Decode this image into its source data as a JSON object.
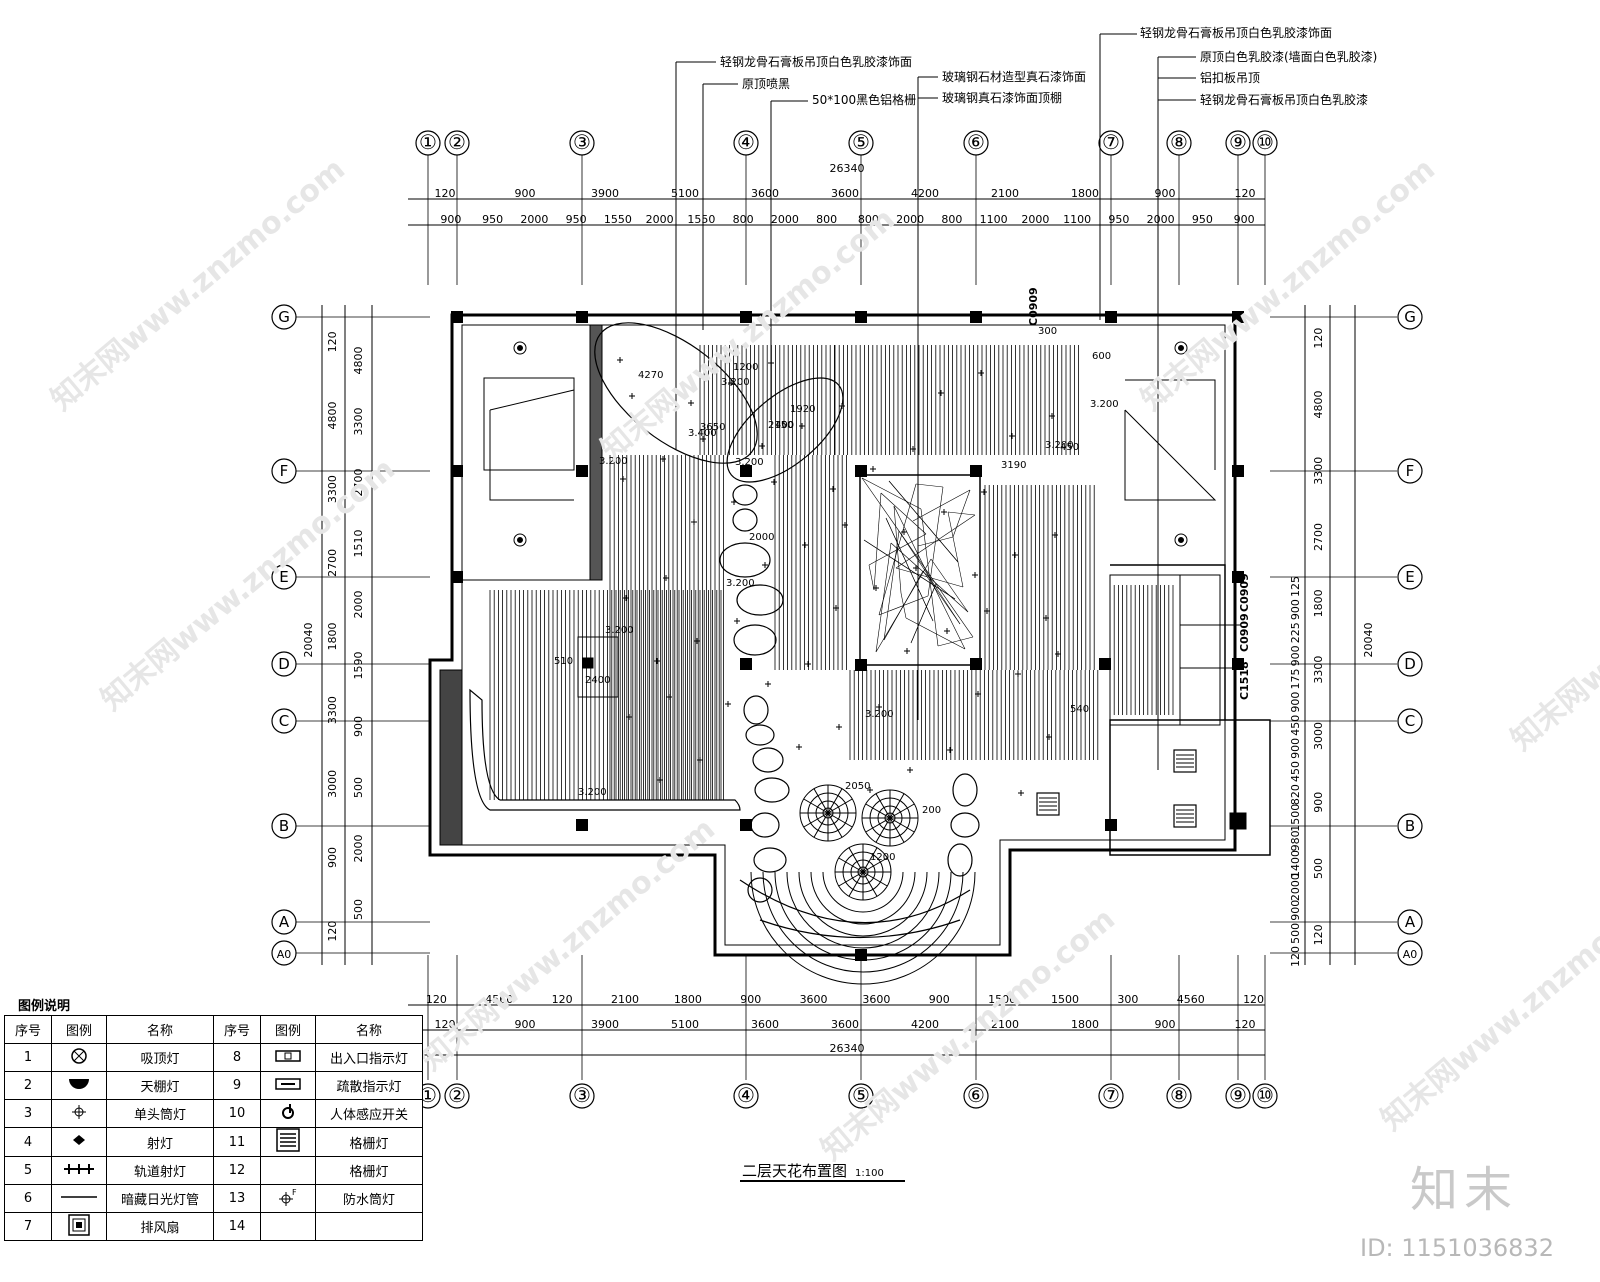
{
  "plan": {
    "title": "二层天花布置图",
    "scale": "1:100",
    "total_width": "26340",
    "total_height": "20040"
  },
  "grid_columns": [
    {
      "id": "1",
      "label": "①"
    },
    {
      "id": "2",
      "label": "②"
    },
    {
      "id": "3",
      "label": "③"
    },
    {
      "id": "4",
      "label": "④"
    },
    {
      "id": "5",
      "label": "⑤"
    },
    {
      "id": "6",
      "label": "⑥"
    },
    {
      "id": "7",
      "label": "⑦"
    },
    {
      "id": "8",
      "label": "⑧"
    },
    {
      "id": "9",
      "label": "⑨"
    },
    {
      "id": "10",
      "label": "⑩"
    }
  ],
  "grid_rows": [
    "G",
    "F",
    "E",
    "D",
    "C",
    "B",
    "A",
    "A0"
  ],
  "dims_top_1": [
    "120",
    "900",
    "3900",
    "5100",
    "3600",
    "3600",
    "4200",
    "2100",
    "1800",
    "900",
    "120"
  ],
  "dims_top_2": [
    "900",
    "950",
    "2000",
    "950",
    "1550",
    "2000",
    "1550",
    "800",
    "2000",
    "800",
    "800",
    "2000",
    "800",
    "1100",
    "2000",
    "1100",
    "950",
    "2000",
    "950",
    "900"
  ],
  "dims_bottom_1": [
    "120",
    "4560",
    "120",
    "2100",
    "1800",
    "900",
    "3600",
    "3600",
    "900",
    "1500",
    "1500",
    "300",
    "4560",
    "120"
  ],
  "dims_bottom_2": [
    "120",
    "900",
    "3900",
    "5100",
    "3600",
    "3600",
    "4200",
    "2100",
    "1800",
    "900",
    "120"
  ],
  "dims_left_outer": [
    "120",
    "4800",
    "3300",
    "2700",
    "1800",
    "3300",
    "3000",
    "900",
    "120"
  ],
  "dims_left_inner": [
    "4800",
    "3300",
    "2700",
    "1510",
    "2000",
    "1590",
    "900",
    "500",
    "2000",
    "500"
  ],
  "dims_right_inner": [
    "120",
    "4800",
    "3300",
    "2700",
    "1800",
    "3300",
    "3000",
    "900",
    "500",
    "120"
  ],
  "dims_right_outer": [
    "125",
    "900",
    "225",
    "900",
    "175",
    "900",
    "450",
    "900",
    "450",
    "820",
    "1500",
    "980",
    "1400",
    "2000",
    "900",
    "500",
    "120"
  ],
  "callouts_top": [
    "轻钢龙骨石膏板吊顶白色乳胶漆饰面",
    "原顶喷黑",
    "50*100黑色铝格栅",
    "玻璃钢石材造型真石漆饰面",
    "玻璃钢真石漆饰面顶棚",
    "轻钢龙骨石膏板吊顶白色乳胶漆饰面",
    "原顶白色乳胶漆(墙面白色乳胶漆)",
    "铝扣板吊顶",
    "轻钢龙骨石膏板吊顶白色乳胶漆"
  ],
  "annotations": [
    "3.400",
    "3.200",
    "3.200",
    "3.200",
    "3.200",
    "3.200",
    "3.200",
    "3.200",
    "3.200",
    "3.200",
    "3190",
    "4270",
    "3650",
    "2150",
    "1920",
    "2000",
    "510",
    "2400",
    "2050",
    "200",
    "1200",
    "1200",
    "400",
    "450",
    "540",
    "600",
    "300",
    "C0909",
    "C0909",
    "C0909",
    "C1518"
  ],
  "legend": {
    "title": "图例说明",
    "headers": [
      "序号",
      "图例",
      "名称",
      "序号",
      "图例",
      "名称"
    ],
    "rows": [
      {
        "n1": "1",
        "icon1": "ceiling-lamp-icon",
        "name1": "吸顶灯",
        "n2": "8",
        "icon2": "exit-sign-icon",
        "name2": "出入口指示灯"
      },
      {
        "n1": "2",
        "icon1": "pendant-lamp-icon",
        "name1": "天棚灯",
        "n2": "9",
        "icon2": "evac-sign-icon",
        "name2": "疏散指示灯"
      },
      {
        "n1": "3",
        "icon1": "downlight-icon",
        "name1": "单头筒灯",
        "n2": "10",
        "icon2": "motion-switch-icon",
        "name2": "人体感应开关"
      },
      {
        "n1": "4",
        "icon1": "spotlight-icon",
        "name1": "射灯",
        "n2": "11",
        "icon2": "grille-light-icon",
        "name2": "格栅灯"
      },
      {
        "n1": "5",
        "icon1": "track-light-icon",
        "name1": "轨道射灯",
        "n2": "12",
        "icon2": "",
        "name2": "格栅灯"
      },
      {
        "n1": "6",
        "icon1": "cove-light-icon",
        "name1": "暗藏日光灯管",
        "n2": "13",
        "icon2": "waterproof-downlight-icon",
        "name2": "防水筒灯"
      },
      {
        "n1": "7",
        "icon1": "exhaust-fan-icon",
        "name1": "排风扇",
        "n2": "14",
        "icon2": "",
        "name2": ""
      }
    ]
  },
  "brand": {
    "logo_text": "知末",
    "id_text": "ID: 1151036832",
    "watermark": "知末网www.znzmo.com"
  }
}
